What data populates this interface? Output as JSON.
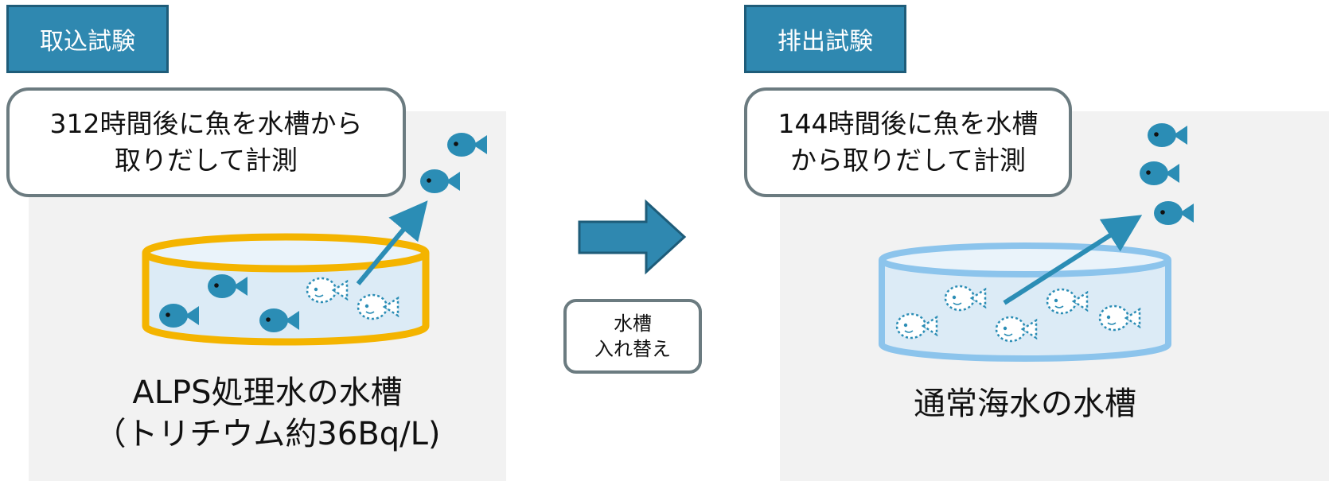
{
  "intake": {
    "label": "取込試験",
    "callout_lines": [
      "312時間後に魚を水槽から",
      "取りだして計測"
    ],
    "caption_lines": [
      "ALPS処理水の水槽",
      "（トリチウム約36Bq/L)"
    ],
    "tank_color": "#f4b400"
  },
  "transition": {
    "lines": [
      "水槽",
      "入れ替え"
    ]
  },
  "excretion": {
    "label": "排出試験",
    "callout_lines": [
      "144時間後に魚を水槽",
      "から取りだして計測"
    ],
    "caption_lines": [
      "通常海水の水槽"
    ],
    "tank_color": "#8cc4ec"
  },
  "colors": {
    "accent": "#2f88b0",
    "fish": "#2b8db5",
    "water": "#dcebf6",
    "callout_border": "#6b7b80"
  }
}
